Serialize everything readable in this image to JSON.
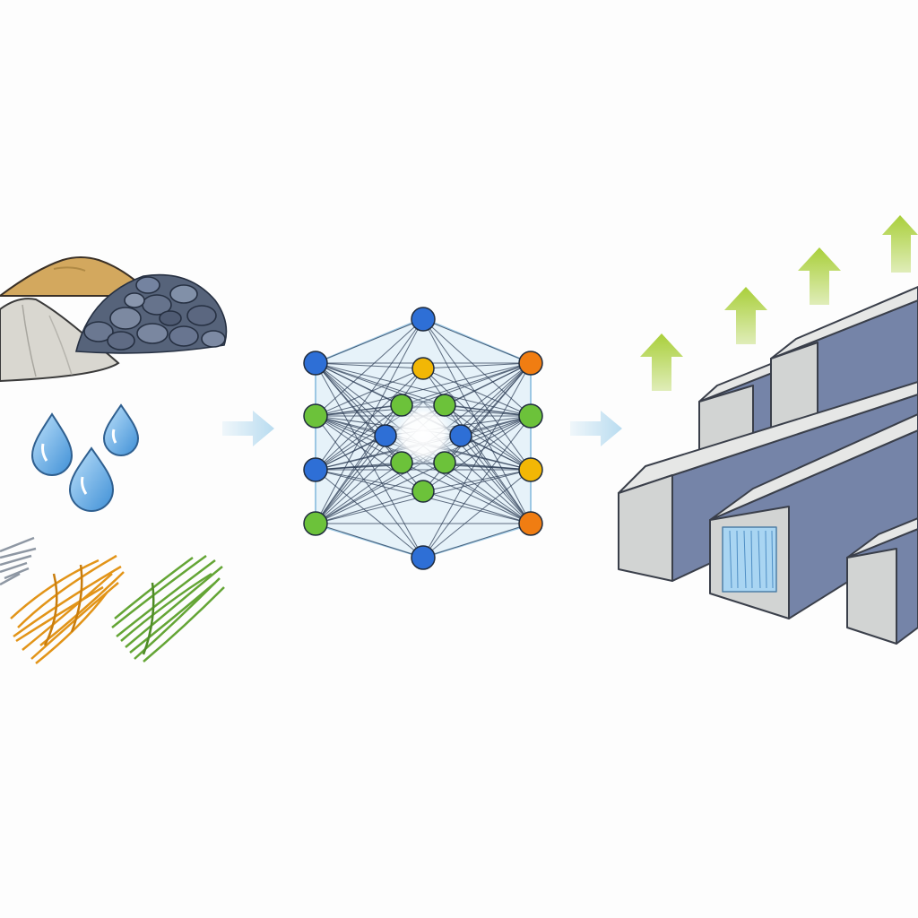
{
  "colors": {
    "background": "#fdfdfd",
    "sand": "#d3a85e",
    "cement": "#d9d7d0",
    "gravel": "#5f6b80",
    "water": "#6fb3e6",
    "fiber_gray": "#9aa3ae",
    "fiber_orange": "#e59a1c",
    "fiber_green": "#6aa83a",
    "flow_arrow": "#b9dcf0",
    "node_blue": "#2e6fd6",
    "node_green": "#6cc23a",
    "node_yellow": "#f2b705",
    "node_orange": "#f07d12",
    "edge": "#2d3e55",
    "network_fill": "#dcedf7",
    "beam_top": "#e6e7e6",
    "beam_side": "#7584a8",
    "beam_end": "#d2d4d3",
    "fiber_insert": "#a9d5f2",
    "strength_arrow": "#a9cf3a"
  },
  "diagram": {
    "inputs": [
      {
        "name": "sand-pile",
        "icon": "sand-pile-icon"
      },
      {
        "name": "cement-pile",
        "icon": "cement-pile-icon"
      },
      {
        "name": "gravel-pile",
        "icon": "gravel-pile-icon"
      },
      {
        "name": "water-drops",
        "icon": "water-drop-icon"
      },
      {
        "name": "steel-fibers",
        "icon": "gray-fiber-bundle-icon"
      },
      {
        "name": "polymer-fibers",
        "icon": "orange-fiber-bundle-icon"
      },
      {
        "name": "natural-fibers",
        "icon": "green-fiber-bundle-icon"
      }
    ],
    "model": {
      "icon": "neural-network-icon",
      "layers": 3
    },
    "output": {
      "icon": "concrete-beams-icon",
      "beam_count": 5,
      "strength_arrows": 4
    }
  }
}
